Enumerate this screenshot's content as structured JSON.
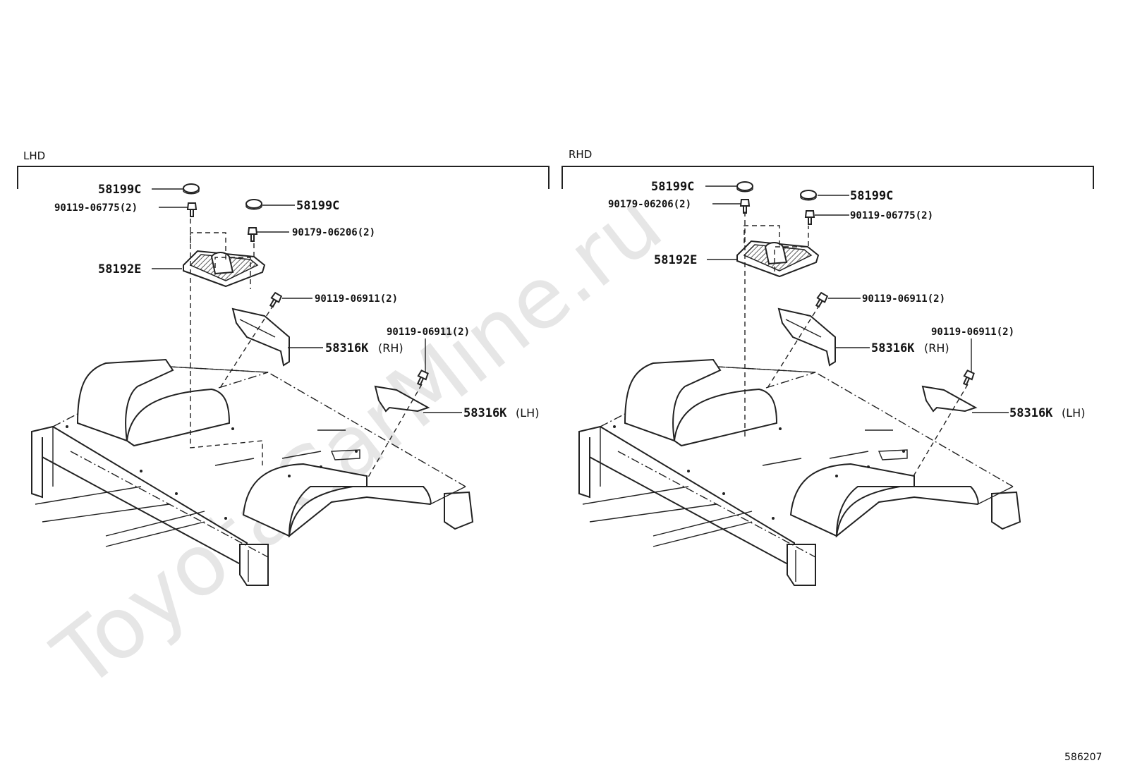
{
  "watermark": "ToyotaCarMine.ru",
  "figure_ref": "586207",
  "panels": [
    {
      "title": "LHD",
      "labels": {
        "p58199c_a": "58199C",
        "p90119_06775": "90119-06775(2)",
        "p58199c_b": "58199C",
        "p90179_06206": "90179-06206(2)",
        "p58192e": "58192E",
        "p90119_06911_a": "90119-06911(2)",
        "p90119_06911_b": "90119-06911(2)",
        "p58316k_rh": "58316K",
        "p58316k_rh_suffix": "(RH)",
        "p58316k_lh": "58316K",
        "p58316k_lh_suffix": "(LH)"
      }
    },
    {
      "title": "RHD",
      "labels": {
        "p58199c_a": "58199C",
        "p90179_06206": "90179-06206(2)",
        "p58199c_b": "58199C",
        "p90119_06775": "90119-06775(2)",
        "p58192e": "58192E",
        "p90119_06911_a": "90119-06911(2)",
        "p90119_06911_b": "90119-06911(2)",
        "p58316k_rh": "58316K",
        "p58316k_rh_suffix": "(RH)",
        "p58316k_lh": "58316K",
        "p58316k_lh_suffix": "(LH)"
      }
    }
  ]
}
